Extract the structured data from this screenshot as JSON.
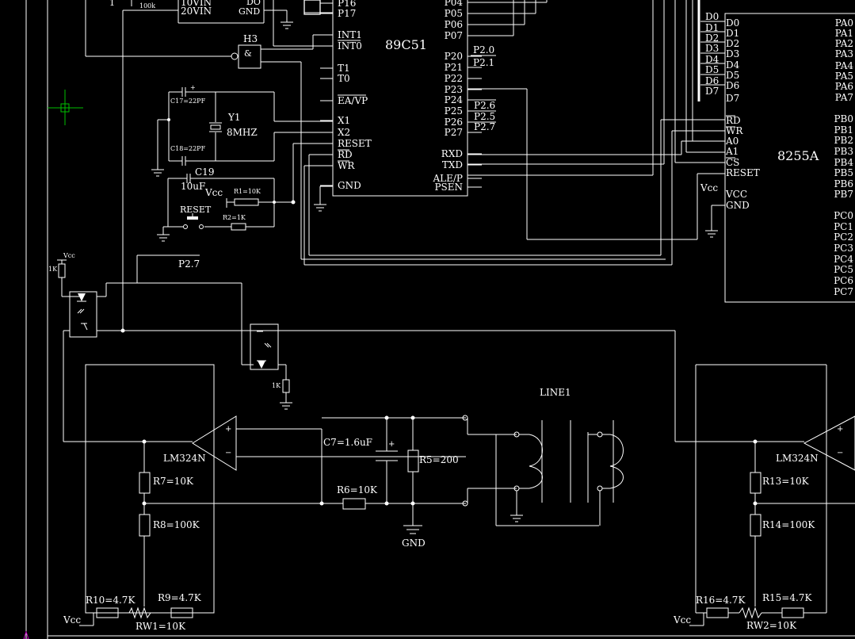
{
  "colors": {
    "background": "#000000",
    "wire": "#ffffff",
    "cursor": "#00c000",
    "marker": "#c000c0"
  },
  "mcu": {
    "name": "89C51",
    "left_pins": [
      "P16",
      "P17",
      "INT1",
      "INT0",
      "T1",
      "T0",
      "EA/VP",
      "X1",
      "X2",
      "RESET",
      "RD",
      "WR",
      "GND"
    ],
    "right_pins": [
      "P04",
      "P05",
      "P06",
      "P07",
      "P20",
      "P21",
      "P22",
      "P23",
      "P24",
      "P25",
      "P26",
      "P27",
      "RXD",
      "TXD",
      "ALE/P",
      "PSEN"
    ],
    "net_labels": [
      "P2.0",
      "P2.1",
      "P2.6",
      "P2.5",
      "P2.7"
    ]
  },
  "ppi": {
    "name": "8255A",
    "left_pins": [
      "D0",
      "D1",
      "D2",
      "D3",
      "D4",
      "D5",
      "D6",
      "D7",
      "RD",
      "WR",
      "A0",
      "A1",
      "CS",
      "RESET",
      "VCC",
      "GND"
    ],
    "bus_labels": [
      "D0",
      "D1",
      "D2",
      "D3",
      "D4",
      "D5",
      "D6",
      "D7"
    ],
    "right_pins": [
      "PA0",
      "PA1",
      "PA2",
      "PA3",
      "PA4",
      "PA5",
      "PA6",
      "PA7",
      "PB0",
      "PB1",
      "PB2",
      "PB3",
      "PB4",
      "PB5",
      "PB6",
      "PB7",
      "PC0",
      "PC1",
      "PC2",
      "PC3",
      "PC4",
      "PC5",
      "PC6",
      "PC7"
    ],
    "vcc_label": "Vcc"
  },
  "power_block": {
    "labels": [
      "10VIN",
      "20VIN",
      "DO",
      "GND",
      "100k",
      "1"
    ]
  },
  "gate": {
    "name": "H3",
    "symbol": "&"
  },
  "crystal": {
    "name": "Y1",
    "freq": "8MHZ",
    "c17": "C17=22PF",
    "c18": "C18=22PF"
  },
  "reset_circuit": {
    "cap": "C19",
    "cap_value": "10uF",
    "vcc": "Vcc",
    "r1": "R1=10K",
    "r2": "R2=1K",
    "button": "RESET"
  },
  "opto": {
    "vcc": "Vcc",
    "r_top": "1K",
    "net": "P2.7",
    "r_bottom": "1K"
  },
  "left_amp": {
    "name": "LM324N",
    "r7": "R7=10K",
    "r8": "R8=100K",
    "r10": "R10=4.7K",
    "r9": "R9=4.7K",
    "rw1": "RW1=10K",
    "vcc": "Vcc"
  },
  "filter": {
    "c7": "C7=1.6uF",
    "r5": "R5=200",
    "r6": "R6=10K",
    "gnd": "GND",
    "plus": "+"
  },
  "line": {
    "name": "LINE1"
  },
  "right_amp": {
    "name": "LM324N",
    "r13": "R13=10K",
    "r14": "R14=100K",
    "r16": "R16=4.7K",
    "r15": "R15=4.7K",
    "rw2": "RW2=10K",
    "vcc": "Vcc"
  }
}
